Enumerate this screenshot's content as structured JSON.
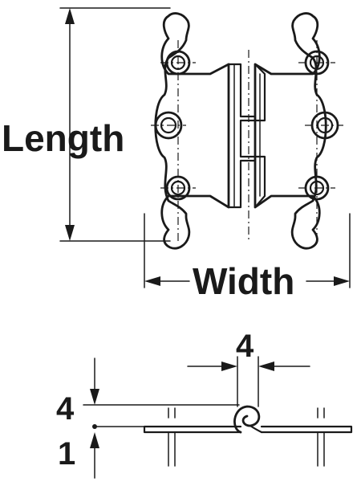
{
  "labels": {
    "length": "Length",
    "width": "Width",
    "pin_width": "4",
    "knuckle_height": "4",
    "leaf_thickness": "1"
  }
}
